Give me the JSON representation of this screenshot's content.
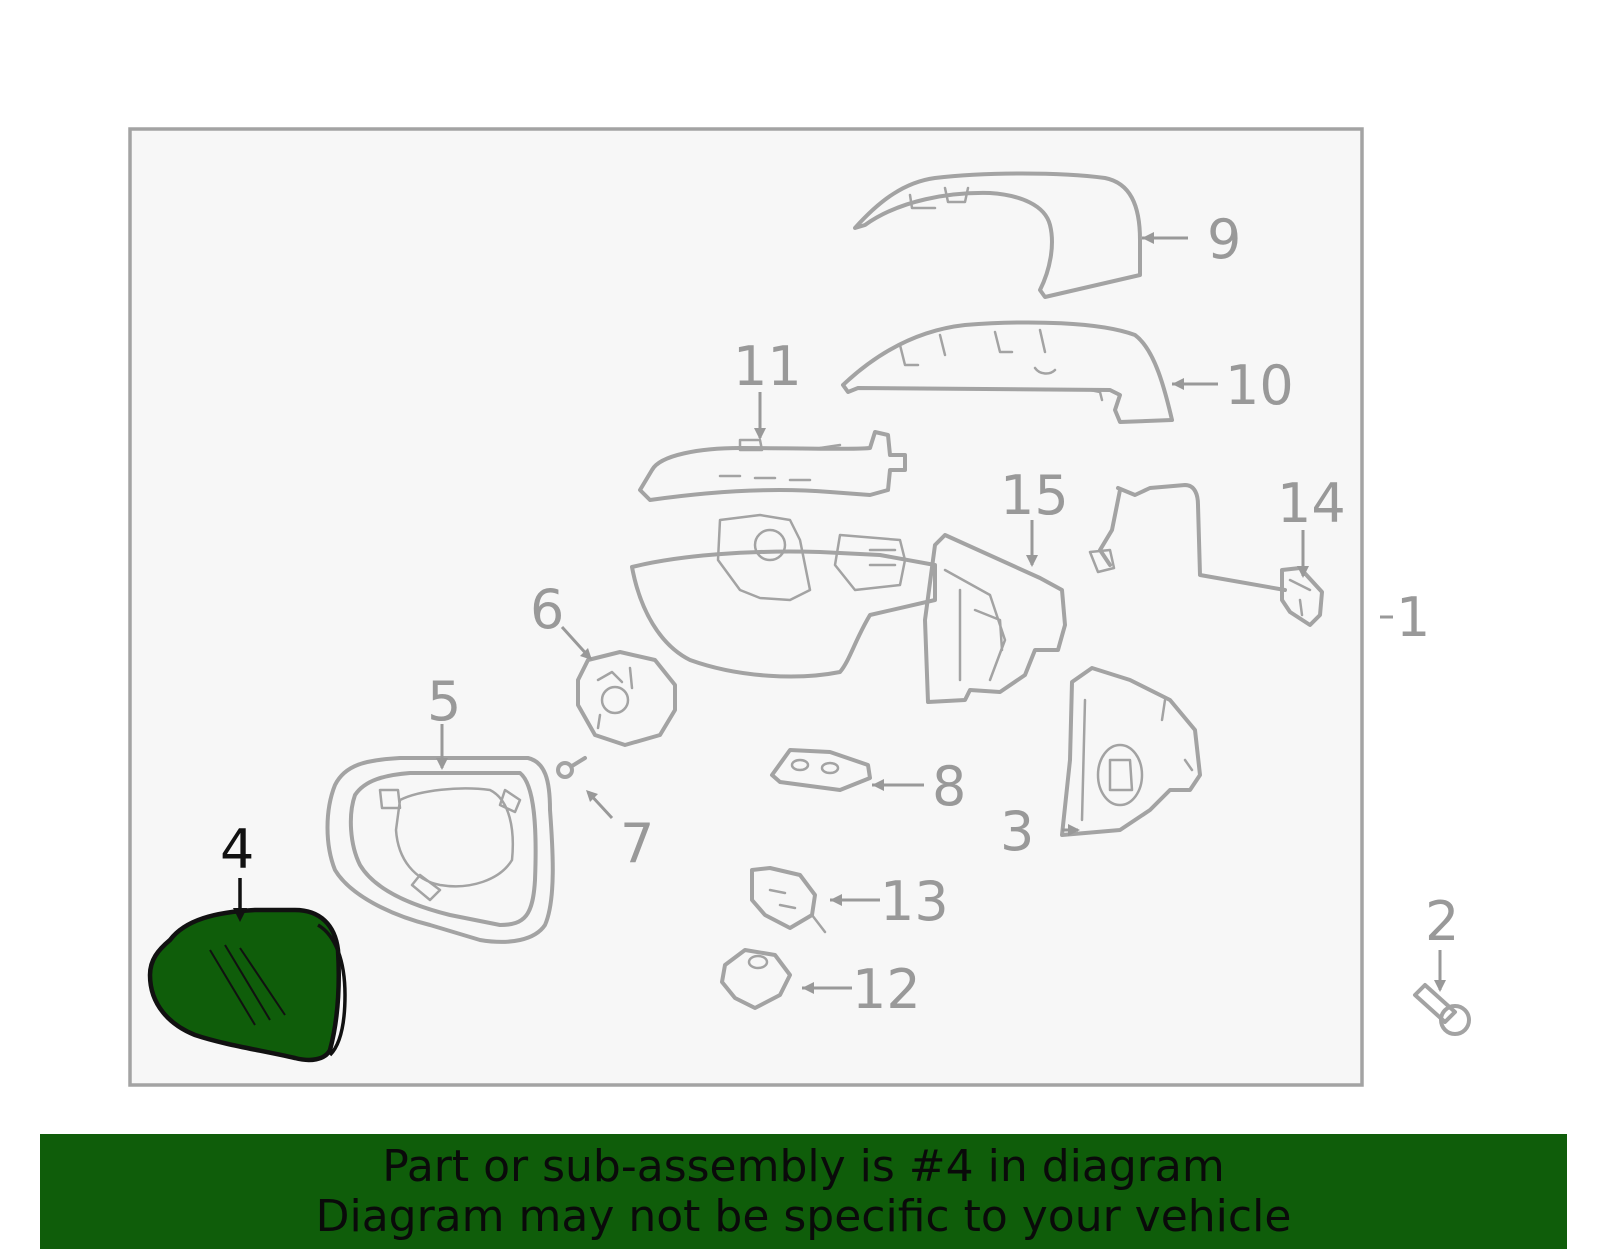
{
  "callouts": [
    {
      "id": "1",
      "label": "1"
    },
    {
      "id": "2",
      "label": "2"
    },
    {
      "id": "3",
      "label": "3"
    },
    {
      "id": "4",
      "label": "4"
    },
    {
      "id": "5",
      "label": "5"
    },
    {
      "id": "6",
      "label": "6"
    },
    {
      "id": "7",
      "label": "7"
    },
    {
      "id": "8",
      "label": "8"
    },
    {
      "id": "9",
      "label": "9"
    },
    {
      "id": "10",
      "label": "10"
    },
    {
      "id": "11",
      "label": "11"
    },
    {
      "id": "12",
      "label": "12"
    },
    {
      "id": "13",
      "label": "13"
    },
    {
      "id": "14",
      "label": "14"
    },
    {
      "id": "15",
      "label": "15"
    }
  ],
  "highlighted_part": "4",
  "colors": {
    "highlight_fill": "#0f5d0a",
    "part_stroke": "#a3a3a3",
    "panel_fill": "#f7f7f7"
  },
  "banner": {
    "line1": "Part or sub-assembly is #4 in diagram",
    "line2": "Diagram may not be specific to your vehicle"
  }
}
